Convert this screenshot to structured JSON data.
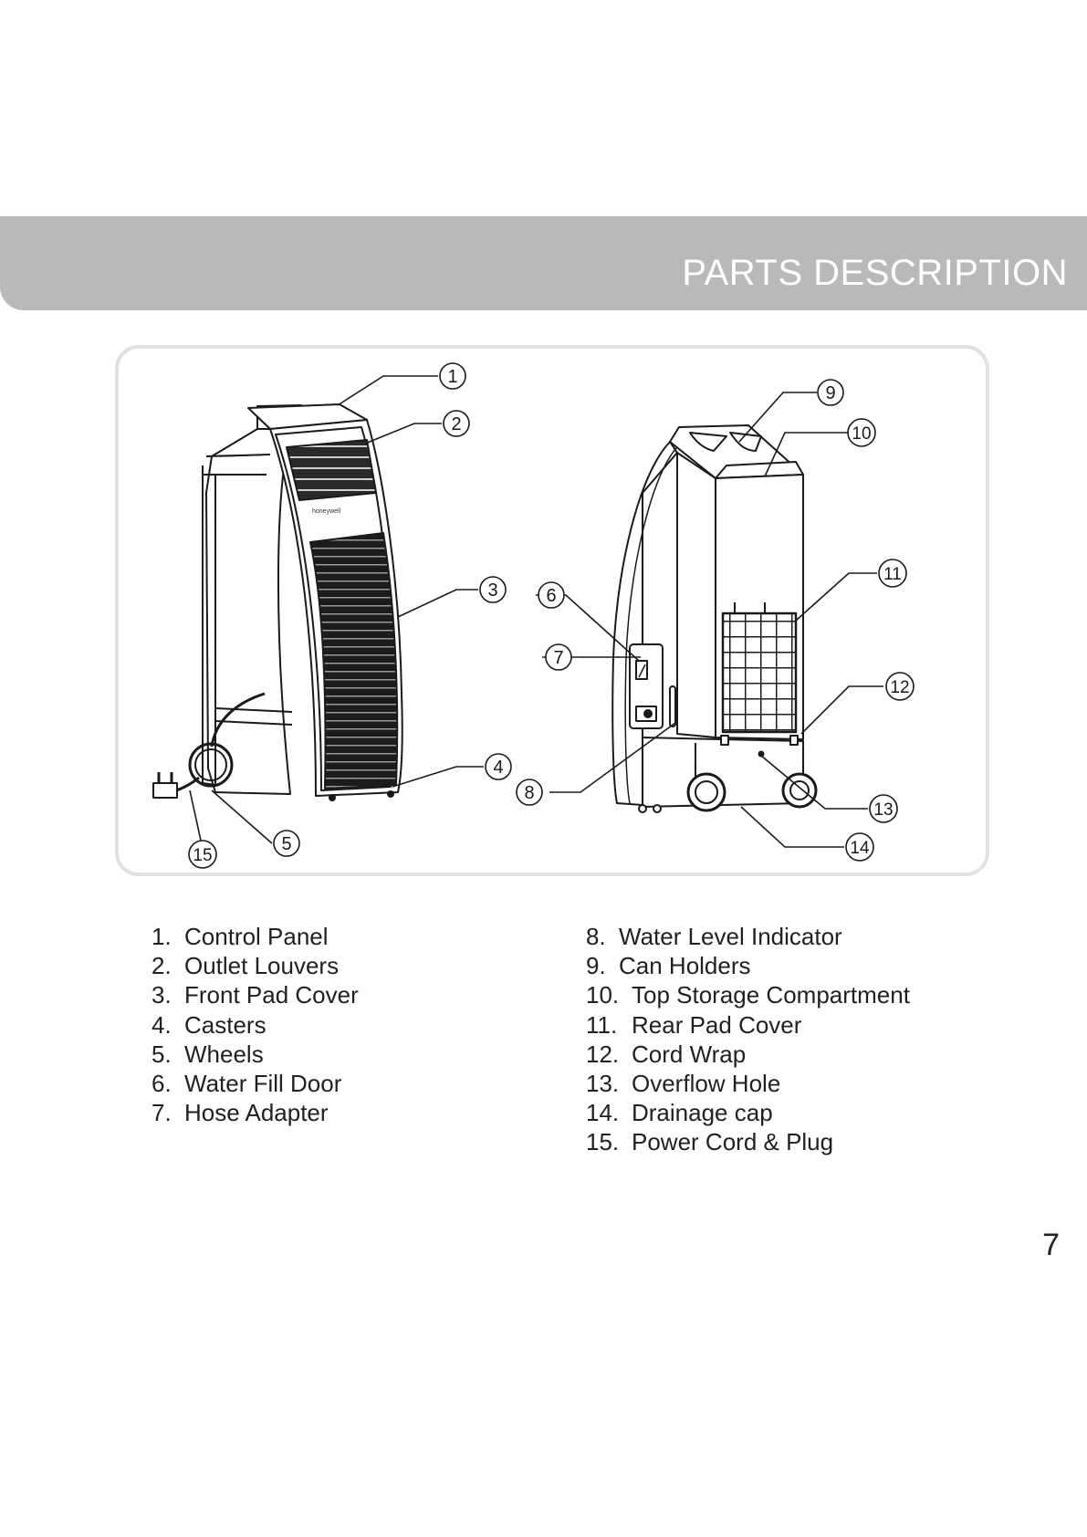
{
  "header": {
    "title": "PARTS DESCRIPTION"
  },
  "figure": {
    "callouts": [
      "1",
      "2",
      "3",
      "4",
      "5",
      "6",
      "7",
      "8",
      "9",
      "10",
      "11",
      "12",
      "13",
      "14",
      "15"
    ],
    "brand_mark": "honeywell"
  },
  "parts_left": [
    {
      "num": "1.",
      "label": "Control Panel"
    },
    {
      "num": "2.",
      "label": "Outlet Louvers"
    },
    {
      "num": "3.",
      "label": "Front Pad Cover"
    },
    {
      "num": "4.",
      "label": "Casters"
    },
    {
      "num": "5.",
      "label": "Wheels"
    },
    {
      "num": "6.",
      "label": "Water Fill Door"
    },
    {
      "num": "7.",
      "label": "Hose Adapter"
    }
  ],
  "parts_right": [
    {
      "num": "8.",
      "label": "Water Level Indicator"
    },
    {
      "num": "9.",
      "label": "Can Holders"
    },
    {
      "num": "10.",
      "label": "Top Storage Compartment"
    },
    {
      "num": "11.",
      "label": "Rear Pad Cover"
    },
    {
      "num": "12.",
      "label": "Cord Wrap"
    },
    {
      "num": "13.",
      "label": "Overflow Hole"
    },
    {
      "num": "14.",
      "label": "Drainage cap"
    },
    {
      "num": "15.",
      "label": "Power Cord & Plug"
    }
  ],
  "footer": {
    "page_number": "7"
  },
  "colors": {
    "header_band": "#b9b9b9",
    "header_text": "#ffffff",
    "frame_border": "#e1e1e1",
    "body_text": "#231f20"
  }
}
